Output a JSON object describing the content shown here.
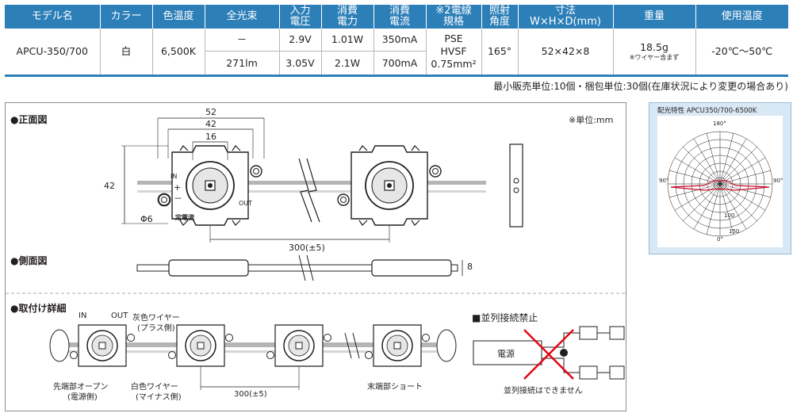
{
  "table": {
    "headers": [
      "モデル名",
      "カラー",
      "色温度",
      "全光束",
      "入力\n電圧",
      "消費\n電力",
      "消費\n電流",
      "※2電線\n規格",
      "照射\n角度",
      "寸法\nW×H×D(mm)",
      "重量",
      "使用温度"
    ],
    "model": "APCU-350/700",
    "color": "白",
    "temp": "6,500K",
    "row1": {
      "lumen": "－",
      "voltage": "2.9V",
      "power": "1.01W",
      "current": "350mA"
    },
    "row2": {
      "lumen": "271lm",
      "voltage": "3.05V",
      "power": "2.1W",
      "current": "700mA"
    },
    "wire": "PSE\nHVSF\n0.75mm²",
    "angle": "165°",
    "size": "52×42×8",
    "weight": "18.5g",
    "weight_note": "※ワイヤー含まず",
    "temp_range": "-20℃～50℃"
  },
  "min_order": "最小販売単位:10個・梱包単位:30個(在庫状況により変更の場合あり)",
  "drawing": {
    "front_label": "●正面図",
    "side_label": "●側面図",
    "mount_label": "●取付け詳細",
    "unit_note": "※単位:mm",
    "dim_52": "52",
    "dim_42": "42",
    "dim_16": "16",
    "dim_42v": "42",
    "dim_phi": "Φ6",
    "dim_300": "300(±5)",
    "dim_8": "8",
    "in_label": "IN",
    "out_label": "OUT",
    "plus": "+",
    "minus": "－",
    "badge_text": "定電流",
    "mount": {
      "in": "IN",
      "out": "OUT",
      "gray_wire": "灰色ワイヤー",
      "gray_wire_sub": "(プラス側)",
      "tip_open": "先端部オープン",
      "tip_open_sub": "(電源側)",
      "white_wire": "白色ワイヤー",
      "white_wire_sub": "(マイナス側)",
      "dim_300": "300(±5)",
      "end_short": "末端部ショート"
    },
    "parallel": {
      "title": "■並列接続禁止",
      "power": "電源",
      "caption": "並列接続はできません"
    }
  },
  "light": {
    "title": "配光特性 APCU350/700-6500K",
    "labels": {
      "a180": "180°",
      "a90l": "90°",
      "a90r": "90°",
      "a0": "0°",
      "r100": "100",
      "r150": "150"
    }
  }
}
